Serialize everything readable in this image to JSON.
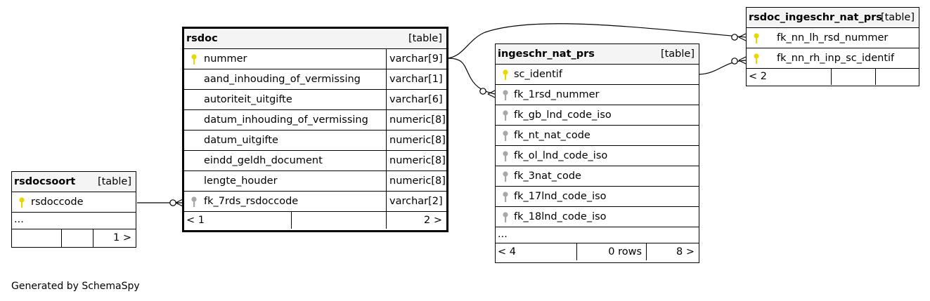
{
  "tables": {
    "rsdoc": {
      "name": "rsdoc",
      "tag": "[table]",
      "columns": [
        {
          "name": "nummer",
          "type": "varchar[9]",
          "key": "primary"
        },
        {
          "name": "aand_inhouding_of_vermissing",
          "type": "varchar[1]",
          "key": "none"
        },
        {
          "name": "autoriteit_uitgifte",
          "type": "varchar[6]",
          "key": "none"
        },
        {
          "name": "datum_inhouding_of_vermissing",
          "type": "numeric[8]",
          "key": "none"
        },
        {
          "name": "datum_uitgifte",
          "type": "numeric[8]",
          "key": "none"
        },
        {
          "name": "eindd_geldh_document",
          "type": "numeric[8]",
          "key": "none"
        },
        {
          "name": "lengte_houder",
          "type": "numeric[8]",
          "key": "none"
        },
        {
          "name": "fk_7rds_rsdoccode",
          "type": "varchar[2]",
          "key": "foreign"
        }
      ],
      "footer": {
        "left": "< 1",
        "middle": "",
        "right": "2 >"
      }
    },
    "rsdocsoort": {
      "name": "rsdocsoort",
      "tag": "[table]",
      "columns": [
        {
          "name": "rsdoccode",
          "key": "primary"
        }
      ],
      "more": "...",
      "footer": {
        "left": "",
        "middle": "",
        "right": "1 >"
      }
    },
    "ingeschr_nat_prs": {
      "name": "ingeschr_nat_prs",
      "tag": "[table]",
      "columns": [
        {
          "name": "sc_identif",
          "key": "primary"
        },
        {
          "name": "fk_1rsd_nummer",
          "key": "foreign"
        },
        {
          "name": "fk_gb_lnd_code_iso",
          "key": "foreign"
        },
        {
          "name": "fk_nt_nat_code",
          "key": "foreign"
        },
        {
          "name": "fk_ol_lnd_code_iso",
          "key": "foreign"
        },
        {
          "name": "fk_3nat_code",
          "key": "foreign"
        },
        {
          "name": "fk_17lnd_code_iso",
          "key": "foreign"
        },
        {
          "name": "fk_18lnd_code_iso",
          "key": "foreign"
        }
      ],
      "more": "...",
      "footer": {
        "left": "< 4",
        "middle": "0 rows",
        "right": "8 >"
      }
    },
    "rsdoc_ingeschr_nat_prs": {
      "name": "rsdoc_ingeschr_nat_prs",
      "tag": "[table]",
      "columns": [
        {
          "name": "fk_nn_lh_rsd_nummer",
          "key": "primary"
        },
        {
          "name": "fk_nn_rh_inp_sc_identif",
          "key": "primary"
        }
      ],
      "footer": {
        "left": "< 2",
        "middle": "",
        "right": ""
      }
    }
  },
  "footer_note": "Generated by SchemaSpy",
  "colors": {
    "primary_key": "#e8d800",
    "foreign_key": "#a8a8a8",
    "header_bg": "#f4f4f4",
    "line": "#000000"
  }
}
